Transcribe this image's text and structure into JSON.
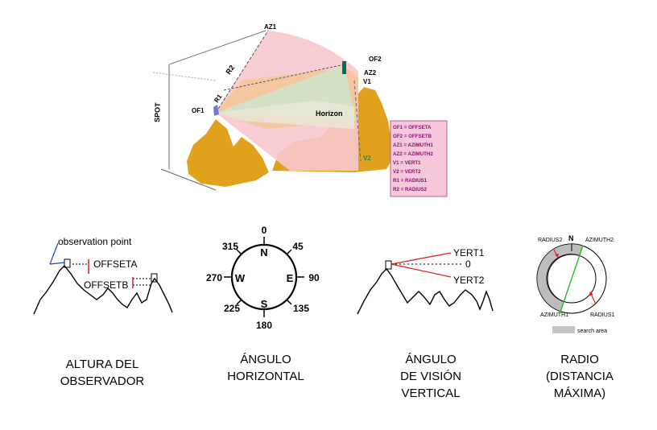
{
  "top_diagram": {
    "labels": {
      "az1": "AZ1",
      "of2": "OF2",
      "az2": "AZ2",
      "v1": "V1",
      "r2": "R2",
      "r1": "R1",
      "spot": "SPOT",
      "of1": "OF1",
      "horizon": "Horizon",
      "v2": "V2"
    },
    "legend": [
      "OF1 = OFFSETA",
      "OF2 = OFFSETB",
      "AZ1 = AZIMUTH1",
      "AZ2 = AZIMUTH2",
      "V1 = VERT1",
      "V2 = VERT2",
      "R1 = RADIUS1",
      "R2 = RADIUS2"
    ],
    "colors": {
      "terrain": "#e0a21c",
      "pink": "#f5c6cc",
      "green": "#cfe0c4",
      "orange": "#f2c89a",
      "legend_bg": "#f7c8dc",
      "legend_text": "#8a1070"
    }
  },
  "panels": {
    "observer": {
      "observation_point": "observation point",
      "offset_a": "OFFSETA",
      "offset_b": "OFFSETB",
      "caption": [
        "ALTURA DEL",
        "OBSERVADOR"
      ]
    },
    "compass": {
      "n": "N",
      "s": "S",
      "e": "E",
      "w": "W",
      "deg_0": "0",
      "deg_45": "45",
      "deg_90": "90",
      "deg_135": "135",
      "deg_180": "180",
      "deg_225": "225",
      "deg_270": "270",
      "deg_315": "315",
      "caption": [
        "ÁNGULO",
        "HORIZONTAL"
      ]
    },
    "vertical": {
      "vert1": "YERT1",
      "zero": "0",
      "vert2": "YERT2",
      "caption": [
        "ÁNGULO",
        "DE VISIÓN",
        "VERTICAL"
      ]
    },
    "radius": {
      "radius2": "RADIUS2",
      "n": "N",
      "azimuth2": "AZIMUTH2",
      "azimuth1": "AZIMUTH1",
      "radius1": "RADIUS1",
      "search_area": "search area",
      "caption": [
        "RADIO",
        "(DISTANCIA",
        "MÁXIMA)"
      ]
    }
  }
}
